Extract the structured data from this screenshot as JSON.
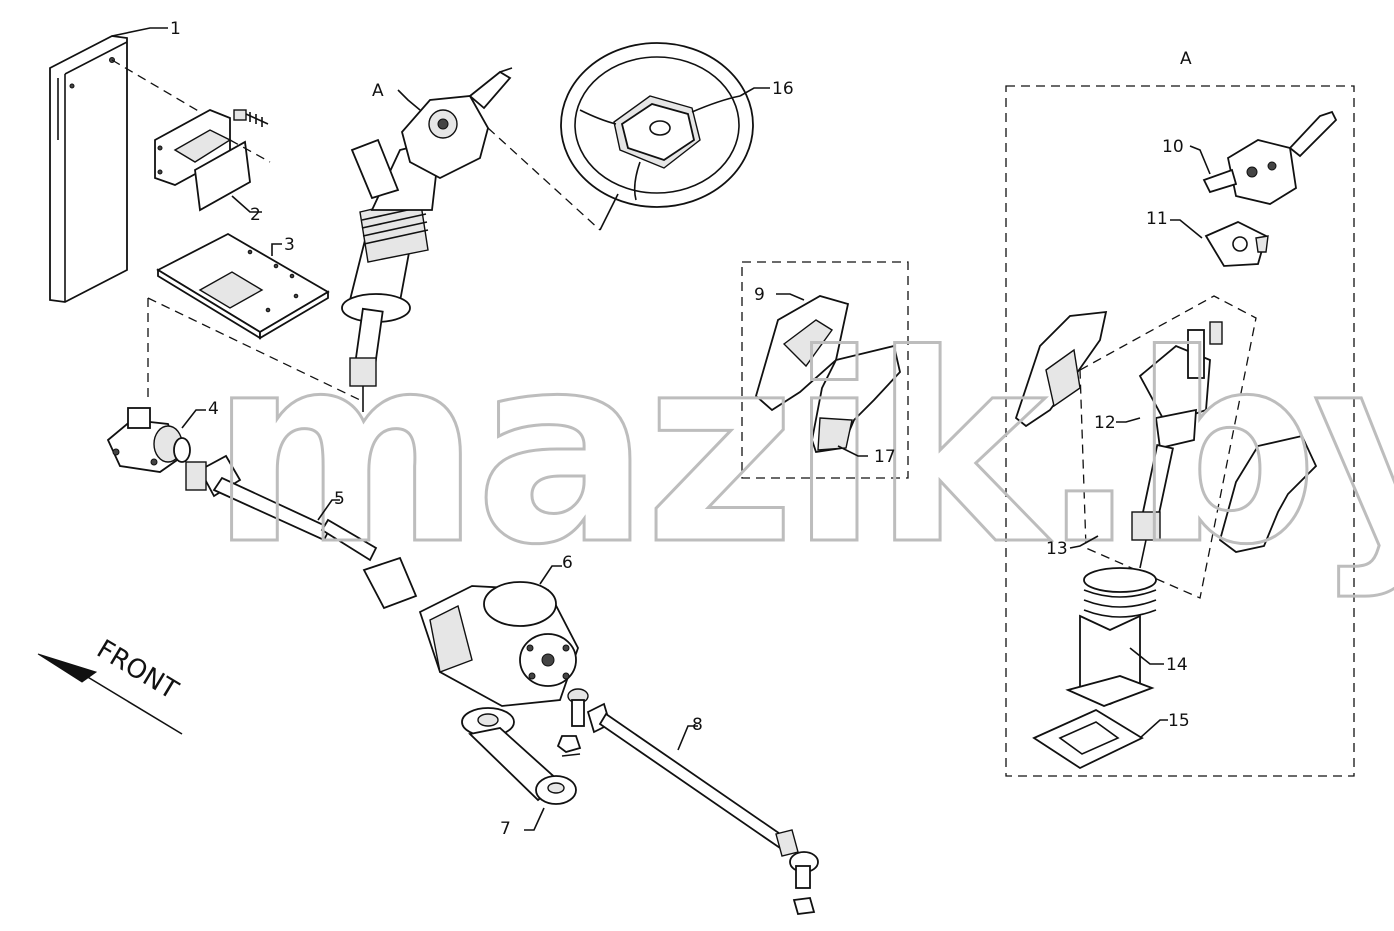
{
  "labels": {
    "p1": "1",
    "p2": "2",
    "p3": "3",
    "p4": "4",
    "p5": "5",
    "p6": "6",
    "p7": "7",
    "p8": "8",
    "p9": "9",
    "p10": "10",
    "p11": "11",
    "p12": "12",
    "p13": "13",
    "p14": "14",
    "p15": "15",
    "p16": "16",
    "p17": "17",
    "a_main": "A",
    "a_inset": "A"
  },
  "front_arrow": "FRONT",
  "watermark": "mazik.by",
  "colors": {
    "line": "#111111",
    "watermark": "#bdbdbd",
    "background": "#ffffff"
  }
}
